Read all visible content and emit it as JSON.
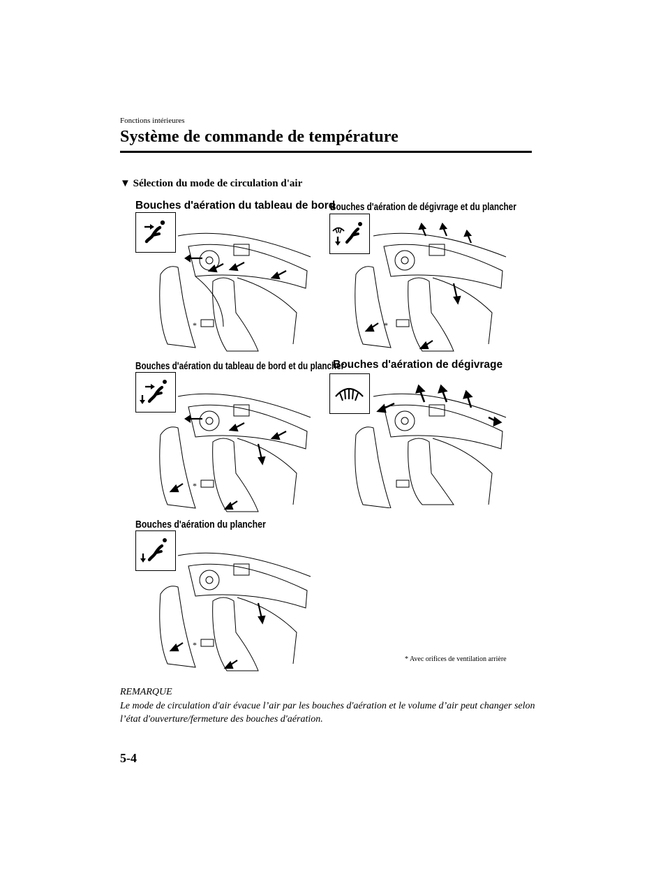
{
  "header": {
    "section": "Fonctions intérieures",
    "title": "Système de commande de température"
  },
  "subheading": "▼ Sélection du mode de circulation d'air",
  "modes": [
    {
      "label": "Bouches d'aération du tableau de bord",
      "icon": "dashboard-vent-icon"
    },
    {
      "label": "Bouches d'aération de dégivrage et du plancher",
      "icon": "defrost-floor-vent-icon"
    },
    {
      "label": "Bouches d'aération du tableau de bord et du plancher",
      "icon": "dashboard-floor-vent-icon"
    },
    {
      "label": "Bouches d'aération de dégivrage",
      "icon": "defrost-vent-icon"
    },
    {
      "label": "Bouches d'aération du plancher",
      "icon": "floor-vent-icon"
    }
  ],
  "asterisk": "*",
  "footnote": "* Avec orifices de ventilation arrière",
  "remark": {
    "heading": "REMARQUE",
    "text": "Le mode de circulation d'air évacue l’air par les bouches d'aération et le volume d’air peut changer selon l’état d'ouverture/fermeture des bouches d'aération."
  },
  "page_number": "5-4"
}
